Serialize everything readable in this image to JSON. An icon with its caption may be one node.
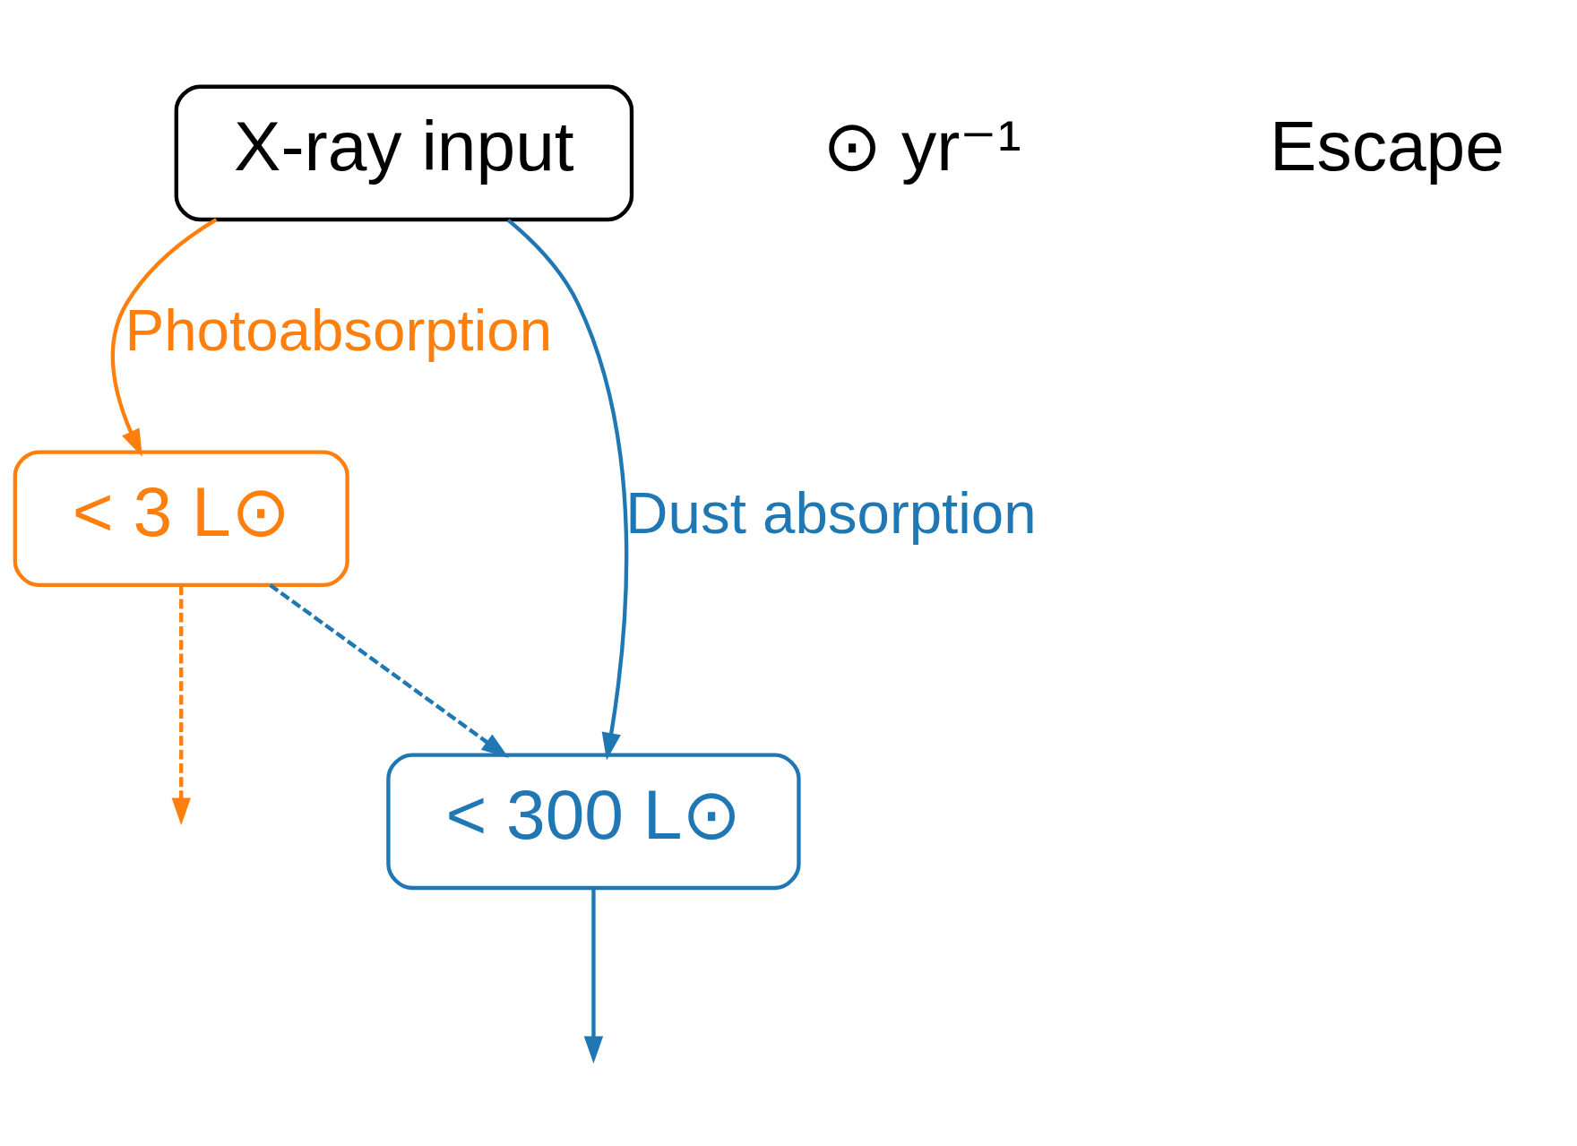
{
  "diagram": {
    "nodes": [
      {
        "text": [
          "X-ray input"
        ]
      },
      {
        "text": [
          "< 3 L⊙"
        ]
      },
      {
        "text": [
          "< 300 L⊙"
        ]
      }
    ],
    "edges": [
      {
        "from": 0,
        "to": 2,
        "arrow": "to",
        "label": "Dust absorption"
      },
      {
        "from": 0,
        "to": 1,
        "arrow": "to",
        "label": "Photoabsorption",
        "color": "#ff7f0e"
      },
      {
        "from": 1,
        "to": 2,
        "arrow": "to",
        "style": "dashed"
      },
      {
        "from": 1,
        "to": null,
        "arrow": "to",
        "style": "dashed",
        "color": "#ff7f0e"
      },
      {
        "from": 2,
        "to": null,
        "arrow": "to"
      }
    ],
    "labels": [
      "⊙ yr⁻¹",
      "Escape"
    ]
  }
}
